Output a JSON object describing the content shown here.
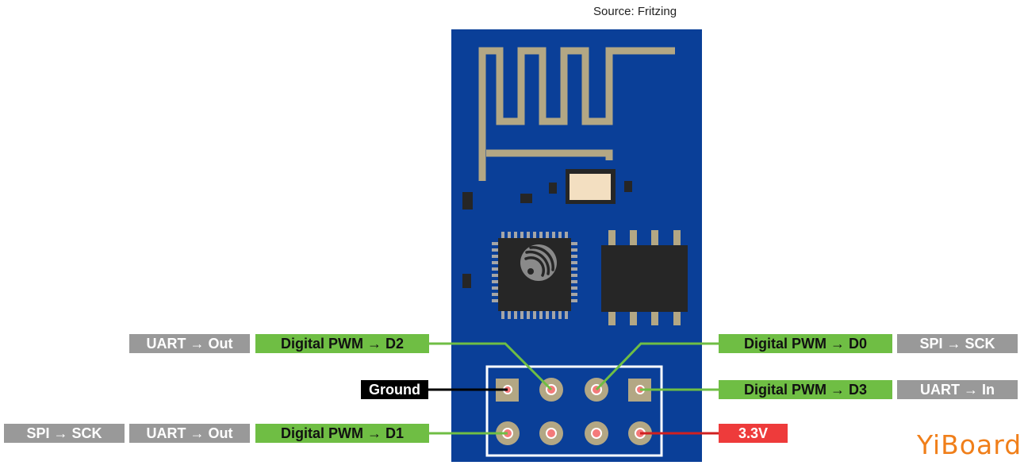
{
  "source": "Source: Fritzing",
  "colors": {
    "board": "#0a3f98",
    "antenna": "#b3a784",
    "chip": "#262626",
    "pad": "#b3a784",
    "pin_dot": "#f47a7a",
    "wire_signal": "#6fbe44",
    "wire_ground": "#000000",
    "wire_power": "#d02020",
    "logo": "#f07f1a"
  },
  "labels": {
    "uart_out_top": "UART → Out",
    "d2": "Digital PWM → D2",
    "d0": "Digital PWM → D0",
    "spi_sck_top": "SPI → SCK",
    "ground": "Ground",
    "d3": "Digital PWM → D3",
    "uart_in": "UART → In",
    "spi_sck_bottom": "SPI → SCK",
    "uart_out_bottom": "UART → Out",
    "d1": "Digital PWM → D1",
    "power": "3.3V"
  },
  "logo": "YiBoard",
  "icons": [
    "espressif-logo-icon",
    "antenna-trace-icon"
  ]
}
